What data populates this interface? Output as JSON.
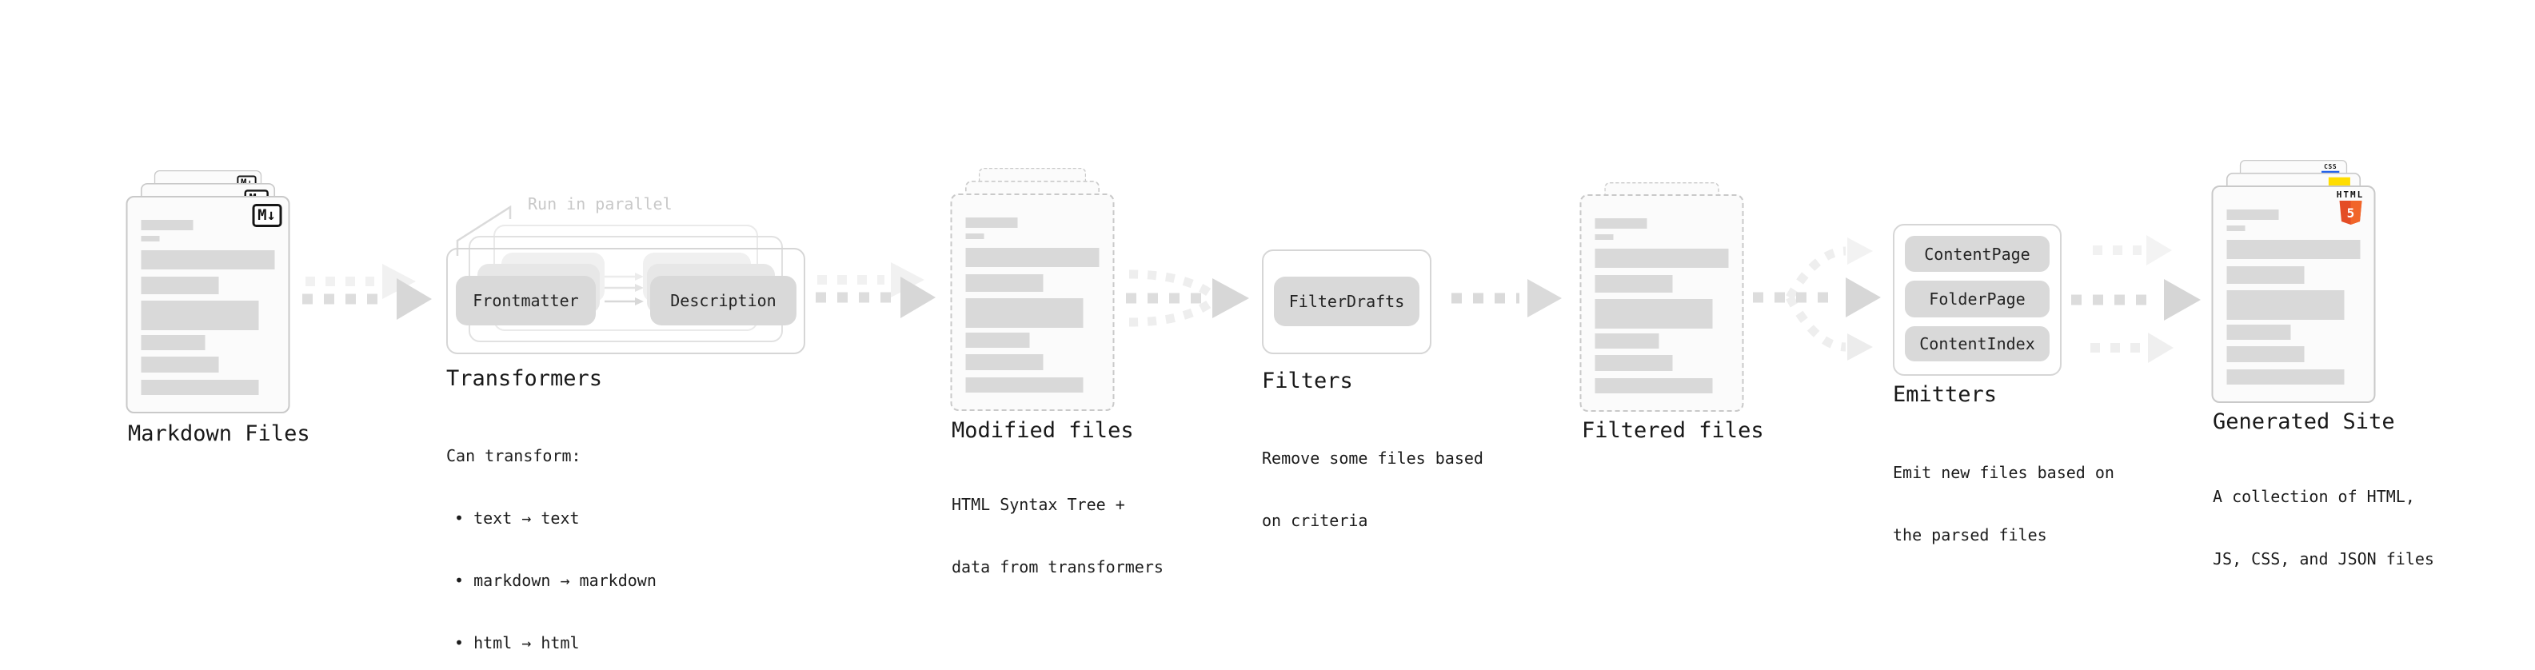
{
  "diagram": {
    "annotation": "Run in parallel",
    "stages": [
      {
        "id": "markdown-files",
        "label": "Markdown Files",
        "description": []
      },
      {
        "id": "transformers",
        "label": "Transformers",
        "description": [
          "Can transform:",
          "• text → text",
          "• markdown → markdown",
          "• html → html"
        ],
        "pills": [
          "Frontmatter",
          "Description"
        ]
      },
      {
        "id": "modified-files",
        "label": "Modified files",
        "description": [
          "HTML Syntax Tree +",
          "data from transformers"
        ]
      },
      {
        "id": "filters",
        "label": "Filters",
        "description": [
          "Remove some files based",
          "on criteria"
        ],
        "pills": [
          "FilterDrafts"
        ]
      },
      {
        "id": "filtered-files",
        "label": "Filtered files",
        "description": []
      },
      {
        "id": "emitters",
        "label": "Emitters",
        "description": [
          "Emit new files based on",
          "the parsed files"
        ],
        "pills": [
          "ContentPage",
          "FolderPage",
          "ContentIndex"
        ]
      },
      {
        "id": "generated-site",
        "label": "Generated Site",
        "description": [
          "A collection of HTML,",
          "JS, CSS, and JSON files"
        ]
      }
    ],
    "badges": {
      "markdown": "M↓",
      "css": "CSS",
      "html": "HTML",
      "html5_number": "5"
    },
    "colors": {
      "accent_orange": "#e44d26",
      "accent_orange_light": "#f16529",
      "accent_yellow": "#ffdd00",
      "accent_blue": "#2563eb",
      "bar_gray": "#d9d9d9",
      "border_gray": "#c9c9c9"
    }
  }
}
